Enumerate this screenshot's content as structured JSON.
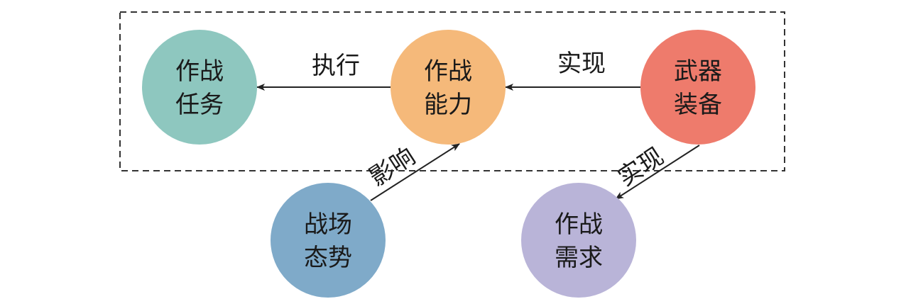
{
  "nodes": {
    "mission": {
      "line1": "作战",
      "line2": "任务",
      "color": "#8ec7bf"
    },
    "capability": {
      "line1": "作战",
      "line2": "能力",
      "color": "#f5b97a"
    },
    "weapons": {
      "line1": "武器",
      "line2": "装备",
      "color": "#ee7b6c"
    },
    "battlefield": {
      "line1": "战场",
      "line2": "态势",
      "color": "#7faac9"
    },
    "requirement": {
      "line1": "作战",
      "line2": "需求",
      "color": "#b9b4d8"
    }
  },
  "edges": {
    "capability_to_mission": "执行",
    "weapons_to_capability": "实现",
    "battlefield_to_capability": "影响",
    "weapons_to_requirement": "实现"
  },
  "boundary": {
    "style": "dashed",
    "color": "#333333"
  }
}
